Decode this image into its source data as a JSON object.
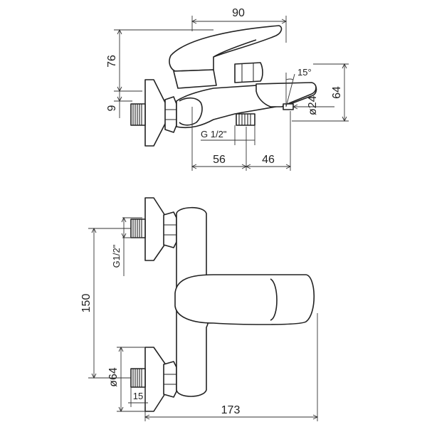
{
  "diagram": {
    "top_view": {
      "dim_width_total": "90",
      "dim_height_lever": "76",
      "dim_flange_offset": "9",
      "dim_spout_height": "64",
      "dim_angle": "15°",
      "dim_outlet_diameter": "ø24",
      "dim_thread": "G 1/2\"",
      "dim_left_depth": "56",
      "dim_right_depth": "46"
    },
    "front_view": {
      "dim_thread": "G1/2\"",
      "dim_centers": "150",
      "dim_flange_diameter": "ø64",
      "dim_thread_length": "15",
      "dim_total_length": "173"
    }
  }
}
